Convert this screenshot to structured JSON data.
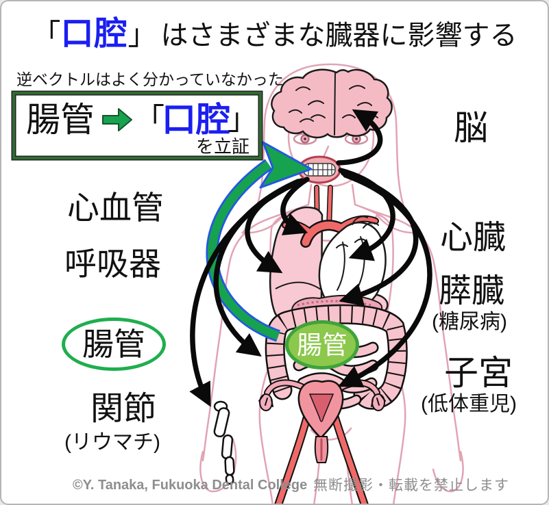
{
  "title": {
    "bracket_open": "「",
    "highlight": "口腔",
    "bracket_close": "」",
    "rest": "はさまざまな臓器に影響する"
  },
  "note": "逆ベクトルはよく分かっていなかった",
  "proof_box": {
    "source": "腸管",
    "arrow_icon": "right-block-arrow",
    "bracket_open": "「",
    "highlight": "口腔",
    "bracket_close": "」",
    "suffix": "を立証"
  },
  "labels": {
    "cardiovascular": "心血管",
    "respiratory": "呼吸器",
    "gut_left": "腸管",
    "joint": "関節",
    "joint_sub": "(リウマチ)",
    "brain": "脳",
    "heart": "心臓",
    "pancreas": "膵臓",
    "pancreas_sub": "(糖尿病)",
    "uterus": "子宮",
    "uterus_sub": "(低体重児)",
    "gut_center": "腸管"
  },
  "connections": {
    "from_mouth_to": [
      "脳",
      "心血管",
      "呼吸器",
      "心臓",
      "膵臓",
      "腸管",
      "子宮",
      "関節"
    ],
    "reverse_proven": "腸管 → 口腔"
  },
  "footer": {
    "copyright": "©Y. Tanaka, Fukuoka Dental College",
    "notice": "無断撮影・転載を禁止します"
  },
  "colors": {
    "highlight_blue": "#1b1ff0",
    "arrow_green": "#17a24f",
    "arrow_blue_edge": "#2458e0",
    "box_border_green": "#2e6b33",
    "oval_green_fill": "#8cc84b",
    "oval_green_border": "#3fa33c",
    "left_oval_border": "#1fae4e",
    "body_pink": "#e2a3b4",
    "organ_pink": "#f7c3cc",
    "artery_red": "#f06969",
    "footer_gray": "#8e8e8e"
  }
}
